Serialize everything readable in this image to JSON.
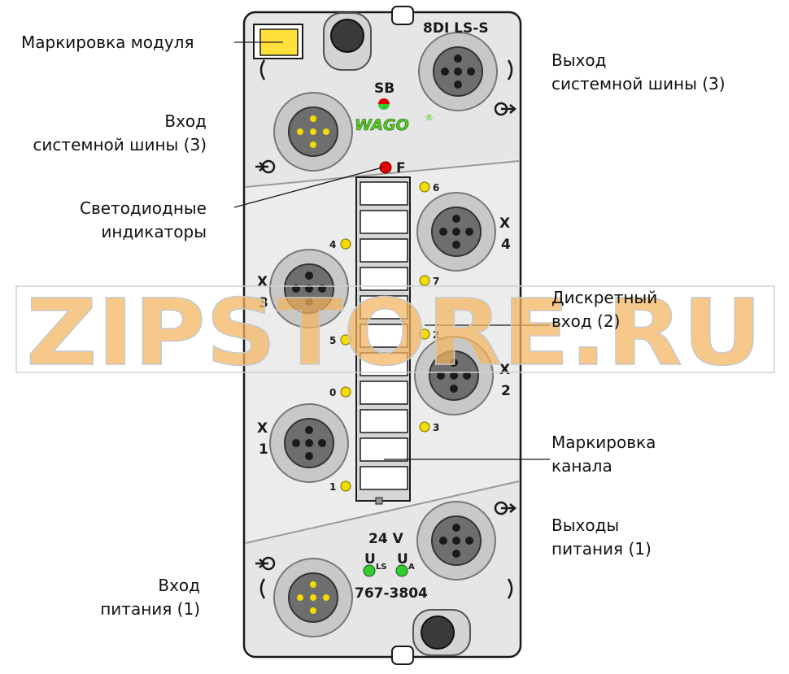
{
  "module": {
    "name": "8DI LS-S",
    "article": "767-3804",
    "brand": "WAGO",
    "registered_mark": "®",
    "voltage": "24 V",
    "sb_label": "SB",
    "fault_label": "F",
    "u_ls_main": "U",
    "u_ls_sub": "LS",
    "u_a_main": "U",
    "u_a_sub": "A"
  },
  "connectors": {
    "x1": {
      "letter": "X",
      "number": "1"
    },
    "x2": {
      "letter": "X",
      "number": "2"
    },
    "x3": {
      "letter": "X",
      "number": "3"
    },
    "x4": {
      "letter": "X",
      "number": "4"
    }
  },
  "channel_leds": {
    "left": [
      "4",
      "5",
      "0",
      "1"
    ],
    "right": [
      "6",
      "7",
      "2",
      "3"
    ]
  },
  "callouts": {
    "module_marking": "Маркировка модуля",
    "bus_in_line1": "Вход",
    "bus_in_line2": "системной шины (3)",
    "leds_line1": "Светодиодные",
    "leds_line2": "индикаторы",
    "power_in_line1": "Вход",
    "power_in_line2": "питания (1)",
    "bus_out_line1": "Выход",
    "bus_out_line2": "системной шины (3)",
    "digital_in_line1": "Дискретный",
    "digital_in_line2": "вход (2)",
    "channel_marking_line1": "Маркировка",
    "channel_marking_line2": "канала",
    "power_out_line1": "Выходы",
    "power_out_line2": "питания (1)"
  },
  "watermark": "ZIPSTORE.RU",
  "colors": {
    "housing": "#e6e6e6",
    "outline": "#1a1a1a",
    "marker_yellow": "#ffe03a",
    "led_yellow": "#f4dc00",
    "led_red": "#e00000",
    "led_green": "#33cc33",
    "brand_green": "#55cc22",
    "watermark_orange": "#f2b45e"
  }
}
